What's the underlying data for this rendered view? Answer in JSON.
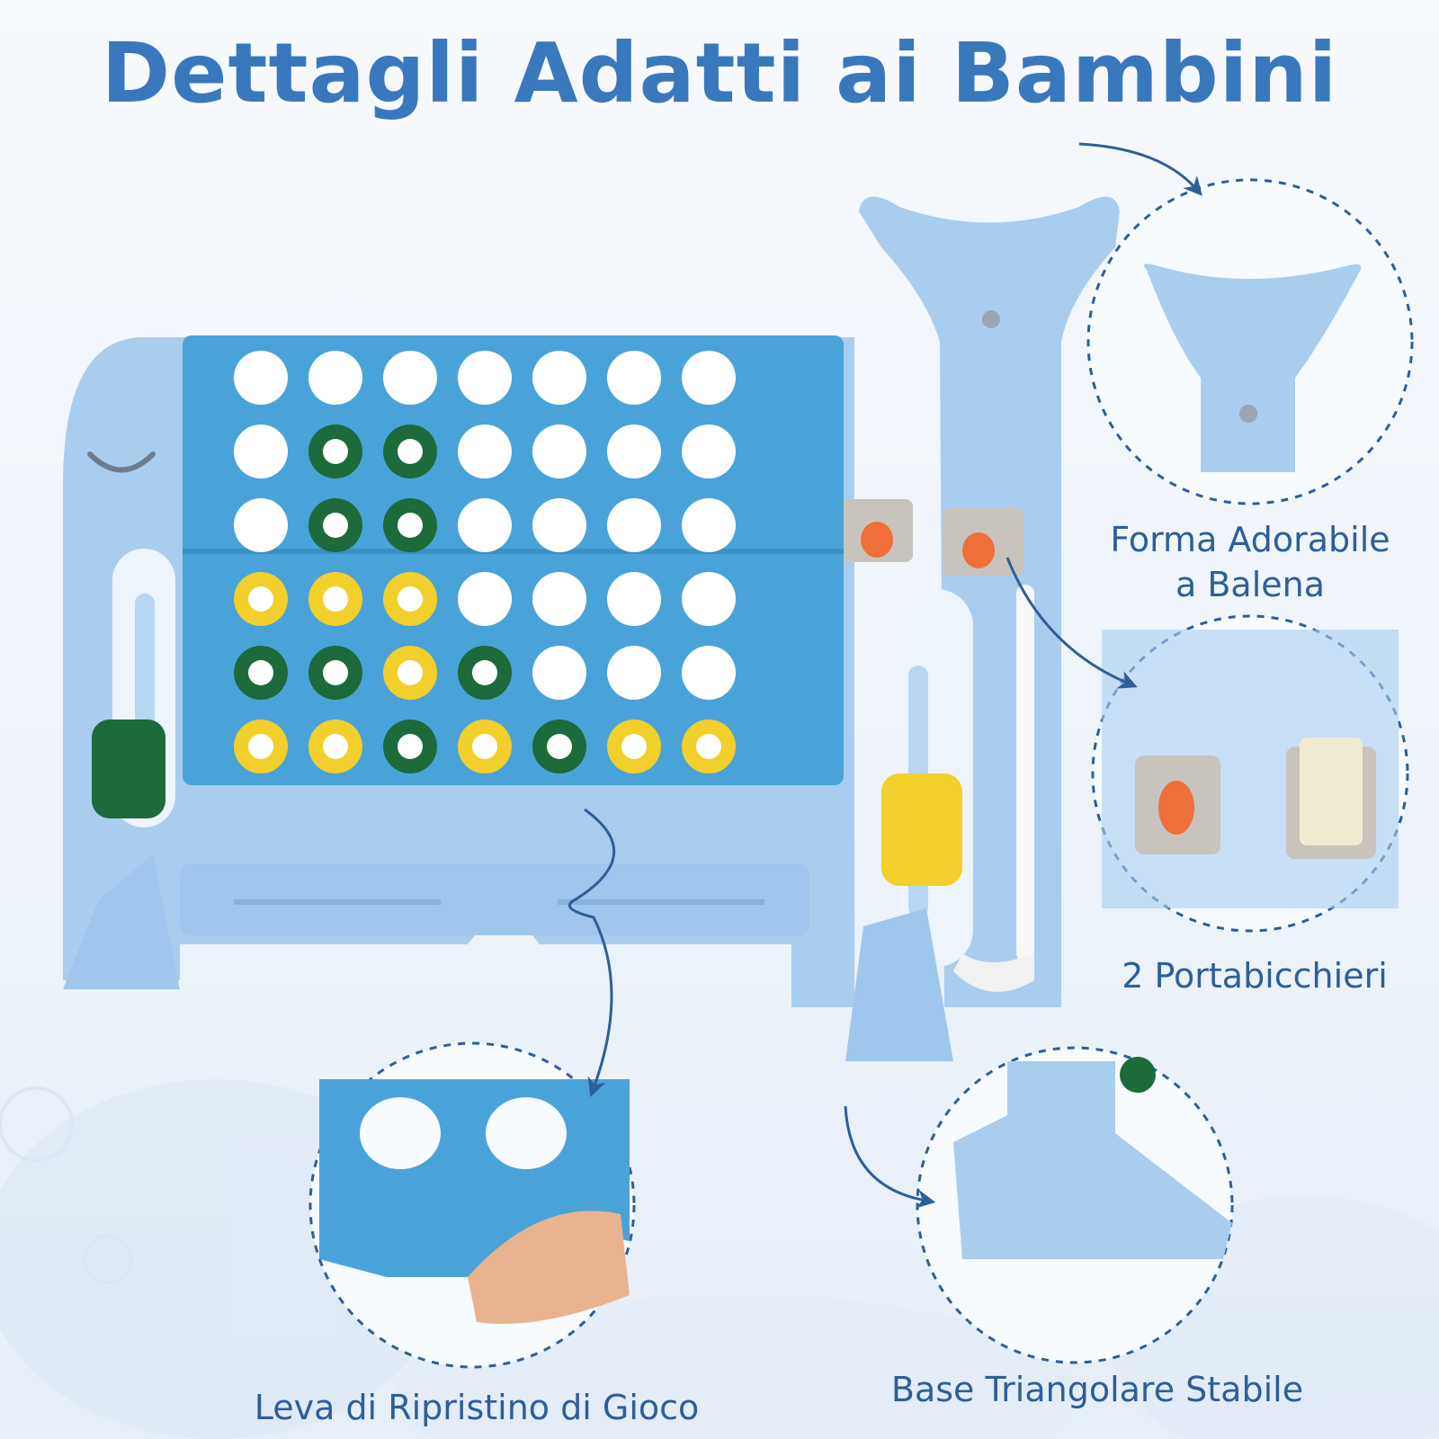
{
  "title": "Dettagli Adatti ai Bambini",
  "callouts": {
    "whale": {
      "line1": "Forma Adorabile",
      "line2": "a Balena"
    },
    "cups": "2 Portabicchieri",
    "lever": "Leva di Ripristino di Gioco",
    "base": "Base Triangolare Stabile"
  },
  "colors": {
    "frame": "#a9cdef",
    "board": "#4aa3d8",
    "disc_green": "#1d6a3a",
    "disc_yellow": "#f2cf2a",
    "title": "#3a78be",
    "caption": "#2d5f98"
  },
  "board_state": {
    "cols": 7,
    "rows": 6,
    "cells": [
      [
        "",
        "",
        "",
        "",
        "",
        "",
        ""
      ],
      [
        "",
        "G",
        "G",
        "",
        "",
        "",
        ""
      ],
      [
        "",
        "G",
        "G",
        "",
        "",
        "",
        ""
      ],
      [
        "Y",
        "Y",
        "Y",
        "",
        "",
        "",
        ""
      ],
      [
        "G",
        "G",
        "Y",
        "G",
        "",
        "",
        ""
      ],
      [
        "Y",
        "Y",
        "G",
        "Y",
        "G",
        "Y",
        "Y"
      ]
    ]
  }
}
